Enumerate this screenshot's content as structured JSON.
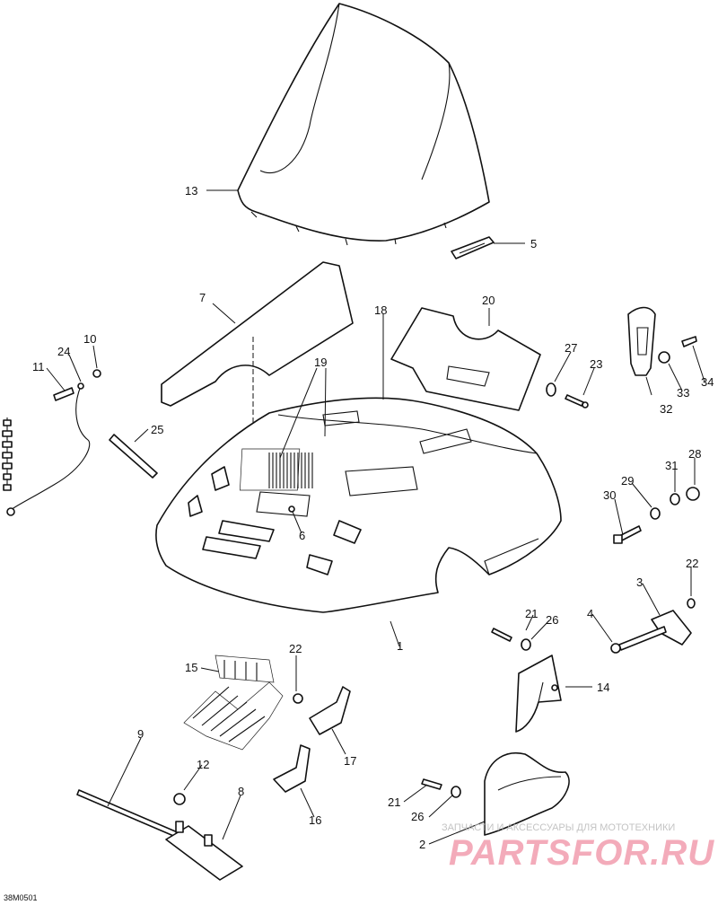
{
  "diagram": {
    "labels": [
      {
        "id": "13",
        "text": "13"
      },
      {
        "id": "5",
        "text": "5"
      },
      {
        "id": "7",
        "text": "7"
      },
      {
        "id": "18",
        "text": "18"
      },
      {
        "id": "20",
        "text": "20"
      },
      {
        "id": "19",
        "text": "19"
      },
      {
        "id": "10",
        "text": "10"
      },
      {
        "id": "24",
        "text": "24"
      },
      {
        "id": "11",
        "text": "11"
      },
      {
        "id": "25",
        "text": "25"
      },
      {
        "id": "27",
        "text": "27"
      },
      {
        "id": "23",
        "text": "23"
      },
      {
        "id": "32",
        "text": "32"
      },
      {
        "id": "33",
        "text": "33"
      },
      {
        "id": "34",
        "text": "34"
      },
      {
        "id": "28",
        "text": "28"
      },
      {
        "id": "29",
        "text": "29"
      },
      {
        "id": "31",
        "text": "31"
      },
      {
        "id": "30",
        "text": "30"
      },
      {
        "id": "6",
        "text": "6"
      },
      {
        "id": "22a",
        "text": "22"
      },
      {
        "id": "3",
        "text": "3"
      },
      {
        "id": "4",
        "text": "4"
      },
      {
        "id": "21a",
        "text": "21"
      },
      {
        "id": "26a",
        "text": "26"
      },
      {
        "id": "1",
        "text": "1"
      },
      {
        "id": "15",
        "text": "15"
      },
      {
        "id": "22b",
        "text": "22"
      },
      {
        "id": "14",
        "text": "14"
      },
      {
        "id": "17",
        "text": "17"
      },
      {
        "id": "9",
        "text": "9"
      },
      {
        "id": "12",
        "text": "12"
      },
      {
        "id": "8",
        "text": "8"
      },
      {
        "id": "16",
        "text": "16"
      },
      {
        "id": "21b",
        "text": "21"
      },
      {
        "id": "26b",
        "text": "26"
      },
      {
        "id": "2",
        "text": "2"
      }
    ],
    "drawing_code": "38M0501"
  },
  "watermark": {
    "tagline": "ЗАПЧАСТИ И АКСЕССУАРЫ ДЛЯ МОТОТЕХНИКИ",
    "brand": "PARTSFOR.RU"
  }
}
